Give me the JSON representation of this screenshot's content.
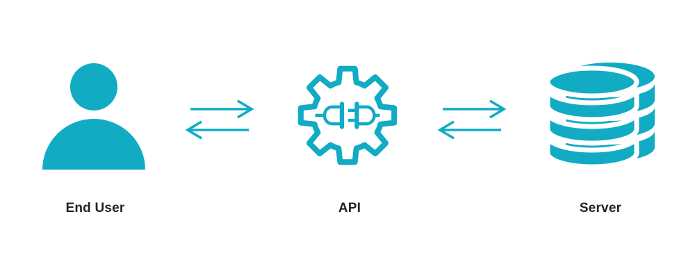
{
  "diagram": {
    "accent_color": "#11abc4",
    "text_color": "#232323",
    "background_color": "#ffffff",
    "nodes": [
      {
        "id": "end-user",
        "label": "End User",
        "icon": "person-icon"
      },
      {
        "id": "api",
        "label": "API",
        "icon": "gear-plug-icon"
      },
      {
        "id": "server",
        "label": "Server",
        "icon": "database-icon"
      }
    ],
    "connectors": [
      {
        "from": "end-user",
        "to": "api",
        "type": "bidirectional-arrows"
      },
      {
        "from": "api",
        "to": "server",
        "type": "bidirectional-arrows"
      }
    ]
  }
}
